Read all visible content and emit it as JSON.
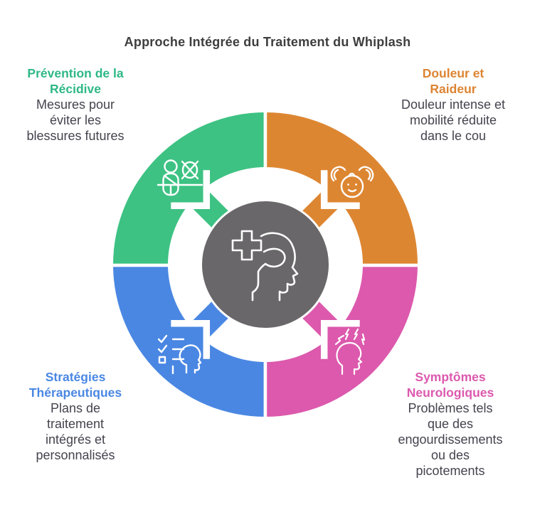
{
  "title": "Approche Intégrée du Traitement du Whiplash",
  "colors": {
    "background": "#ffffff",
    "title_text": "#3e3e3e",
    "body_text": "#45434e",
    "center_gray": "#696769",
    "green": "#3dc283",
    "orange": "#dd8632",
    "blue": "#4a87e3",
    "pink": "#dc59ad"
  },
  "center": {
    "color": "#696769",
    "icon": "head-with-medical-cross-icon"
  },
  "quadrants": [
    {
      "id": "prevention-recidive",
      "position": "top-left",
      "color": "#3dc283",
      "heading_color": "#2eb886",
      "heading": "Prévention de la\nRécidive",
      "description": "Mesures pour\néviter les\nblessures futures",
      "icon": "seatbelt-person-icon"
    },
    {
      "id": "douleur-raideur",
      "position": "top-right",
      "color": "#dd8632",
      "heading_color": "#dd8432",
      "heading": "Douleur et\nRaideur",
      "description": "Douleur intense et\nmobilité réduite\ndans le cou",
      "icon": "hands-cradling-head-icon"
    },
    {
      "id": "strategies-therapeutiques",
      "position": "bottom-left",
      "color": "#4a87e3",
      "heading_color": "#4a87e3",
      "heading": "Stratégies\nThérapeutiques",
      "description": "Plans de\ntraitement\nintégrés et\npersonnalisés",
      "icon": "treatment-checklist-head-icon"
    },
    {
      "id": "symptomes-neurologiques",
      "position": "bottom-right",
      "color": "#dc59ad",
      "heading_color": "#dc59ae",
      "heading": "Symptômes\nNeurologiques",
      "description": "Problèmes tels\nque des\nengourdissements\nou des\npicotements",
      "icon": "head-lightning-icon"
    }
  ]
}
